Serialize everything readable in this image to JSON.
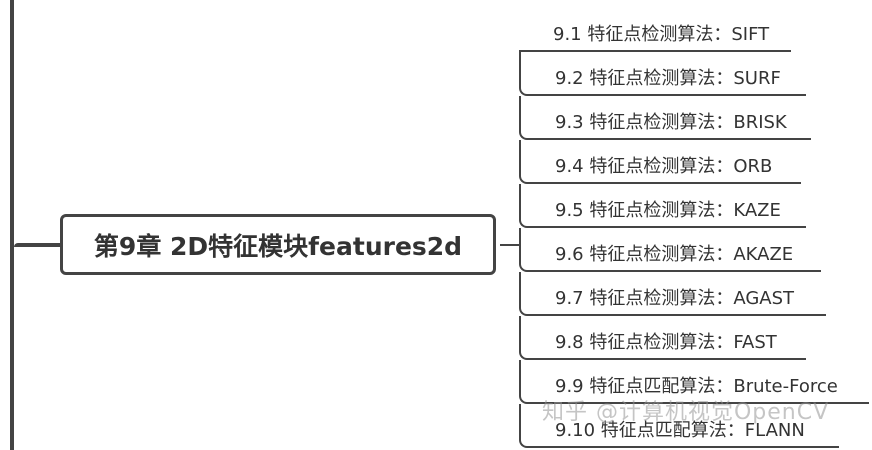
{
  "root": {
    "title": "第9章 2D特征模块features2d"
  },
  "items": [
    {
      "label": "9.1 特征点检测算法：SIFT"
    },
    {
      "label": "9.2 特征点检测算法：SURF"
    },
    {
      "label": "9.3 特征点检测算法：BRISK"
    },
    {
      "label": "9.4 特征点检测算法：ORB"
    },
    {
      "label": "9.5 特征点检测算法：KAZE"
    },
    {
      "label": "9.6 特征点检测算法：AKAZE"
    },
    {
      "label": "9.7 特征点检测算法：AGAST"
    },
    {
      "label": "9.8 特征点检测算法：FAST"
    },
    {
      "label": "9.9 特征点匹配算法：Brute-Force"
    },
    {
      "label": "9.10 特征点匹配算法：FLANN"
    }
  ],
  "watermark": "知乎 @计算机视觉OpenCV",
  "colors": {
    "line": "#444444",
    "text": "#333333"
  }
}
